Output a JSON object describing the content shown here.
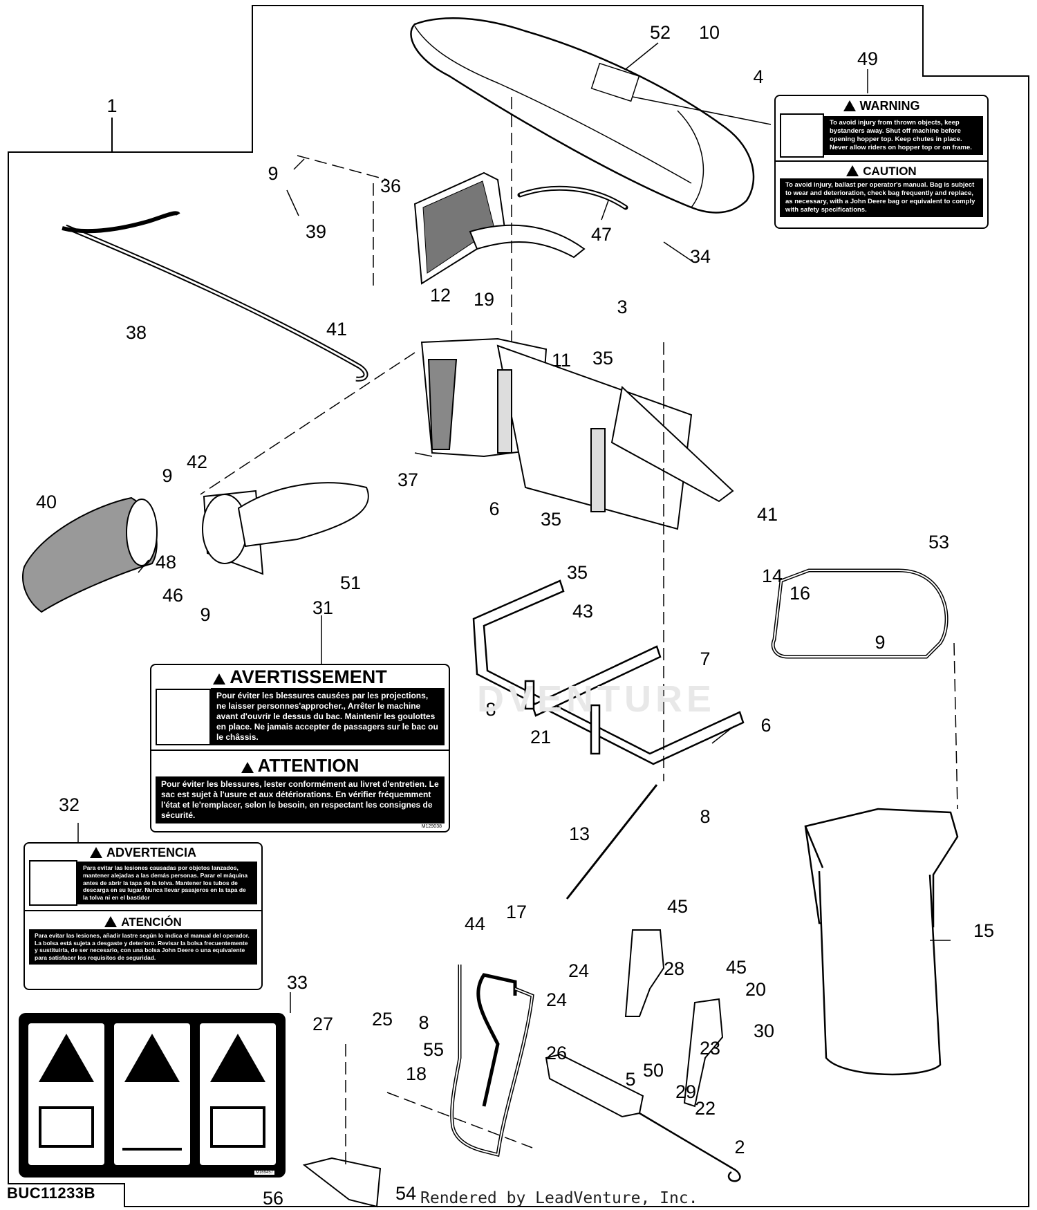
{
  "diagram": {
    "ref_code": "BUC11233B",
    "footer": "Rendered by LeadVenture, Inc.",
    "watermark": "DVENTURE",
    "callouts": [
      {
        "id": "c1",
        "text": "1"
      },
      {
        "id": "c2",
        "text": "52"
      },
      {
        "id": "c3",
        "text": "10"
      },
      {
        "id": "c4",
        "text": "4"
      },
      {
        "id": "c5",
        "text": "49"
      },
      {
        "id": "c6",
        "text": "9"
      },
      {
        "id": "c7",
        "text": "36"
      },
      {
        "id": "c8",
        "text": "39"
      },
      {
        "id": "c9",
        "text": "47"
      },
      {
        "id": "c10",
        "text": "34"
      },
      {
        "id": "c11",
        "text": "38"
      },
      {
        "id": "c12",
        "text": "12"
      },
      {
        "id": "c13",
        "text": "19"
      },
      {
        "id": "c14",
        "text": "41"
      },
      {
        "id": "c15",
        "text": "3"
      },
      {
        "id": "c16",
        "text": "11"
      },
      {
        "id": "c17",
        "text": "35"
      },
      {
        "id": "c18",
        "text": "40"
      },
      {
        "id": "c19",
        "text": "42"
      },
      {
        "id": "c20",
        "text": "9"
      },
      {
        "id": "c21",
        "text": "37"
      },
      {
        "id": "c22",
        "text": "6"
      },
      {
        "id": "c23",
        "text": "35"
      },
      {
        "id": "c24",
        "text": "41"
      },
      {
        "id": "c25",
        "text": "48"
      },
      {
        "id": "c26",
        "text": "46"
      },
      {
        "id": "c27",
        "text": "51"
      },
      {
        "id": "c28",
        "text": "9"
      },
      {
        "id": "c29",
        "text": "35"
      },
      {
        "id": "c30",
        "text": "53"
      },
      {
        "id": "c31",
        "text": "14"
      },
      {
        "id": "c32",
        "text": "16"
      },
      {
        "id": "c33",
        "text": "9"
      },
      {
        "id": "c34",
        "text": "31"
      },
      {
        "id": "c35",
        "text": "43"
      },
      {
        "id": "c36",
        "text": "7"
      },
      {
        "id": "c37",
        "text": "8"
      },
      {
        "id": "c38",
        "text": "21"
      },
      {
        "id": "c39",
        "text": "6"
      },
      {
        "id": "c40",
        "text": "8"
      },
      {
        "id": "c41",
        "text": "32"
      },
      {
        "id": "c42",
        "text": "13"
      },
      {
        "id": "c43",
        "text": "45"
      },
      {
        "id": "c44",
        "text": "17"
      },
      {
        "id": "c45",
        "text": "44"
      },
      {
        "id": "c46",
        "text": "24"
      },
      {
        "id": "c47",
        "text": "24"
      },
      {
        "id": "c48",
        "text": "28"
      },
      {
        "id": "c49",
        "text": "45"
      },
      {
        "id": "c50",
        "text": "20"
      },
      {
        "id": "c51",
        "text": "15"
      },
      {
        "id": "c52",
        "text": "33"
      },
      {
        "id": "c53",
        "text": "27"
      },
      {
        "id": "c54",
        "text": "25"
      },
      {
        "id": "c55",
        "text": "8"
      },
      {
        "id": "c56",
        "text": "55"
      },
      {
        "id": "c57",
        "text": "18"
      },
      {
        "id": "c58",
        "text": "26"
      },
      {
        "id": "c59",
        "text": "30"
      },
      {
        "id": "c60",
        "text": "23"
      },
      {
        "id": "c61",
        "text": "50"
      },
      {
        "id": "c62",
        "text": "5"
      },
      {
        "id": "c63",
        "text": "29"
      },
      {
        "id": "c64",
        "text": "22"
      },
      {
        "id": "c65",
        "text": "2"
      },
      {
        "id": "c66",
        "text": "54"
      },
      {
        "id": "c67",
        "text": "56"
      }
    ]
  },
  "labels": {
    "label49": {
      "warning_head": "WARNING",
      "warning_text": "To avoid injury from thrown objects, keep bystanders away. Shut off machine before opening hopper top. Keep chutes in place. Never allow riders on hopper top or on frame.",
      "caution_head": "CAUTION",
      "caution_text": "To avoid injury, ballast per operator's manual. Bag is subject to wear and deterioration, check bag frequently and replace, as necessary, with a John Deere bag or equivalent to comply with safety specifications."
    },
    "label31": {
      "warning_head": "AVERTISSEMENT",
      "warning_text": "Pour éviter les blessures causées par les projections, ne laisser personnes'approcher., Arrêter le machine avant d'ouvrir le dessus du bac. Maintenir les goulottes en place. Ne jamais accepter de passagers sur le bac ou le châssis.",
      "caution_head": "ATTENTION",
      "caution_text": "Pour éviter les blessures, lester conformément au livret d'entretien. Le sac est sujet à l'usure et aux détériorations. En vérifier fréquemment l'état et le'remplacer, selon le besoin, en respectant les consignes de sécurité.",
      "part_no": "M129038"
    },
    "label32": {
      "warning_head": "ADVERTENCIA",
      "warning_text": "Para evitar las lesiones causadas por objetos lanzados, mantener alejadas a las demás personas. Parar el máquina antes de abrir la tapa de la tolva. Mantener los tubos de descarga en su lugar. Nunca llevar pasajeros en la tapa de la tolva ni en el bastidor",
      "caution_head": "ATENCIÓN",
      "caution_text": "Para evitar las lesiones, añadir lastre según lo indica el manual del operador. La bolsa está sujeta a desgaste y deterioro. Revisar la bolsa frecuentemente y sustituirla, de ser necesario, con una bolsa John Deere o una equivalente para satisfacer los requisitos de seguridad."
    },
    "label33": {
      "part_no": "M169457"
    }
  }
}
